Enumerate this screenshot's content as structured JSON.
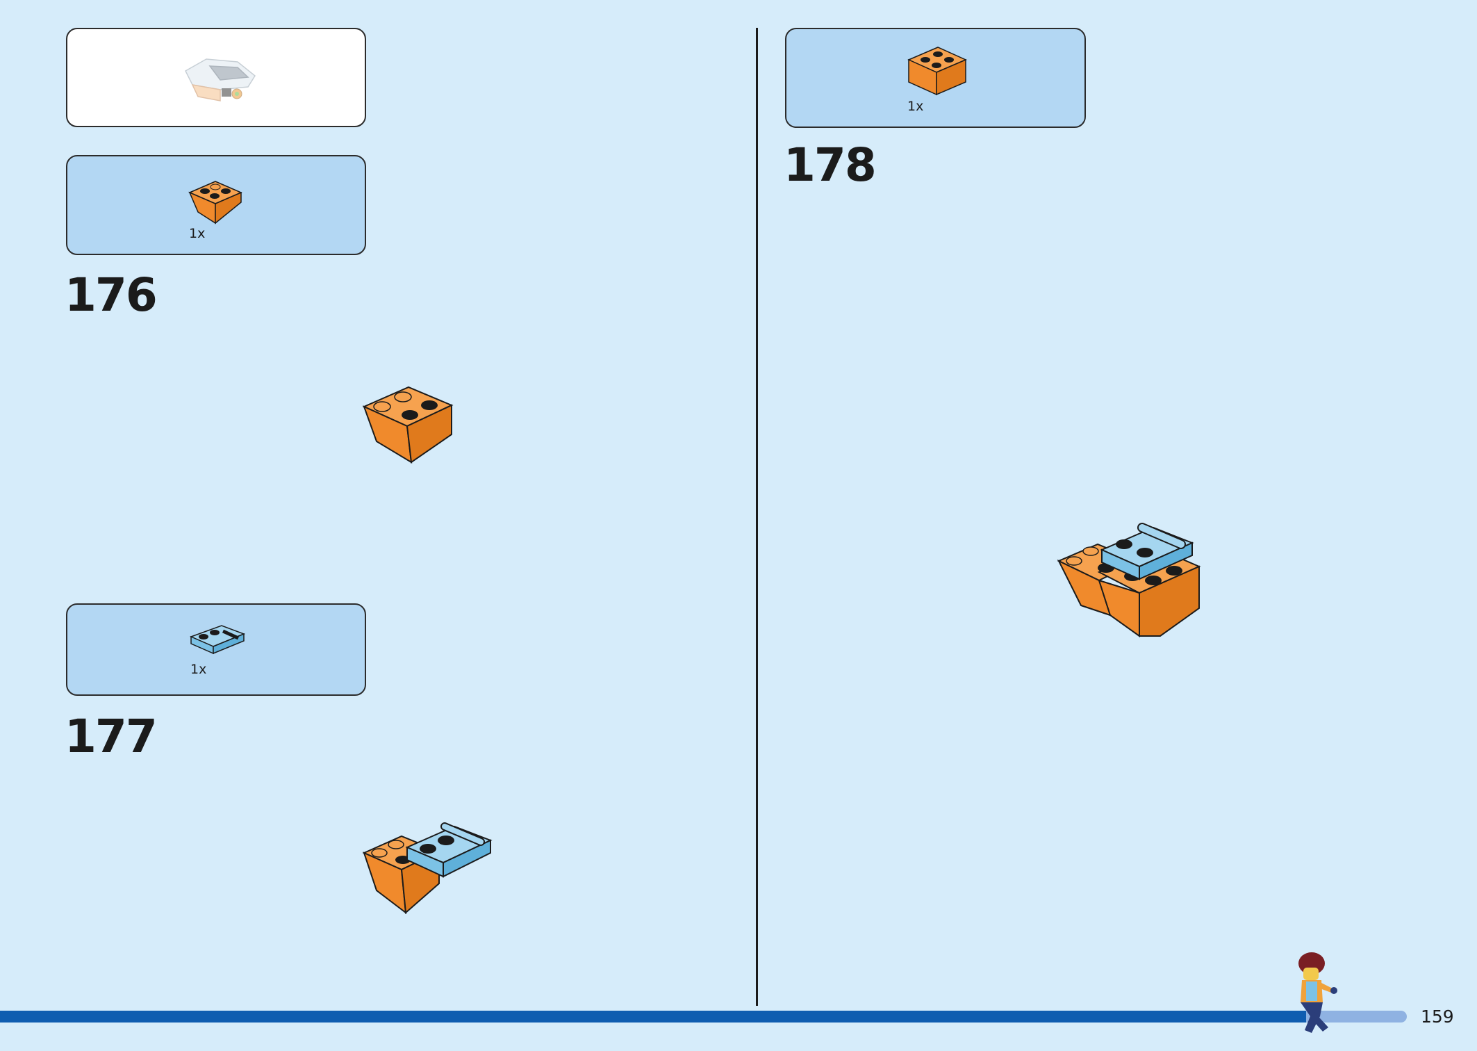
{
  "steps": [
    {
      "number": "176",
      "part_quantity": "1x",
      "part": "orange-inverted-slope-2x2-icon"
    },
    {
      "number": "177",
      "part_quantity": "1x",
      "part": "light-blue-plate-with-bar-icon"
    },
    {
      "number": "178",
      "part_quantity": "1x",
      "part": "orange-brick-2x2-icon"
    }
  ],
  "page": {
    "number": "159"
  },
  "colors": {
    "background": "#d6ecfa",
    "parts_box": "#b3d7f3",
    "orange": "#f08a2c",
    "light_blue": "#7cc2e6",
    "bar": "#0f5db0"
  }
}
